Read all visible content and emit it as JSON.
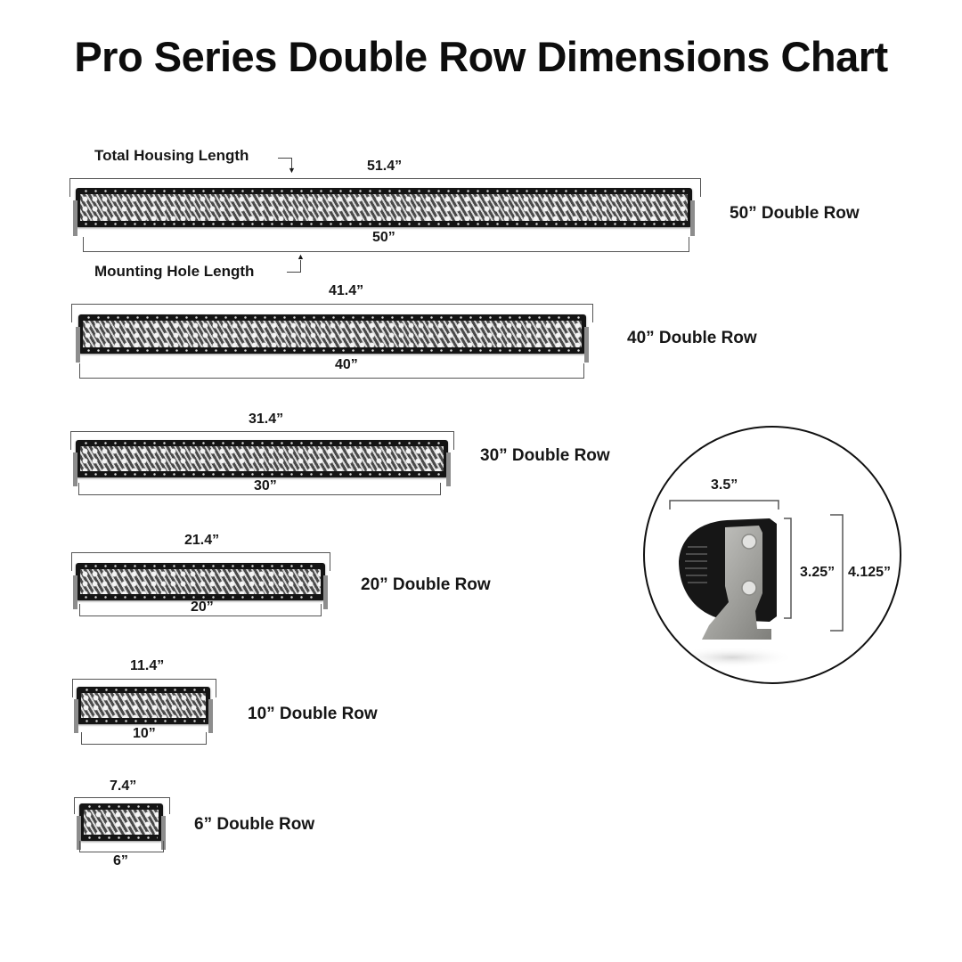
{
  "title": "Pro Series Double Row Dimensions Chart",
  "annotations": {
    "housing_length": "Total Housing Length",
    "mounting_length": "Mounting Hole Length"
  },
  "bars": [
    {
      "name": "50” Double Row",
      "housing": "51.4”",
      "mounting": "50”"
    },
    {
      "name": "40” Double Row",
      "housing": "41.4”",
      "mounting": "40”"
    },
    {
      "name": "30” Double Row",
      "housing": "31.4”",
      "mounting": "30”"
    },
    {
      "name": "20” Double Row",
      "housing": "21.4”",
      "mounting": "20”"
    },
    {
      "name": "10” Double Row",
      "housing": "11.4”",
      "mounting": "10”"
    },
    {
      "name": "6” Double Row",
      "housing": "7.4”",
      "mounting": "6”"
    }
  ],
  "side_view": {
    "depth": "3.5”",
    "height": "3.25”",
    "total_height": "4.125”"
  },
  "colors": {
    "bar_housing": "#141414",
    "lens": "#6c6c6c",
    "bracket": "#8d8d8d"
  }
}
